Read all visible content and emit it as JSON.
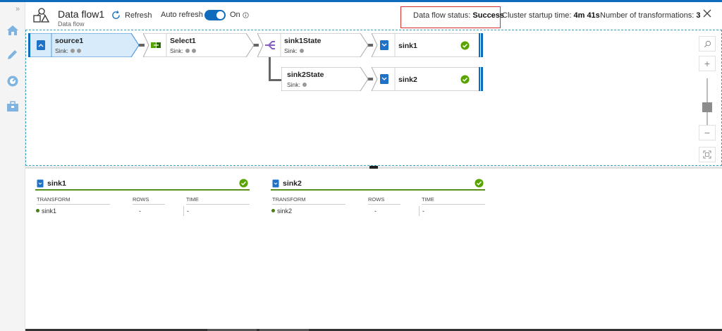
{
  "header": {
    "title": "Data flow1",
    "subtitle": "Data flow",
    "refresh_label": "Refresh",
    "auto_refresh_label": "Auto refresh",
    "auto_refresh_state": "On",
    "status_label": "Data flow status:",
    "status_value": "Success",
    "startup_label": "Cluster startup time:",
    "startup_value": "4m 41s",
    "transform_count_label": "Number of transformations:",
    "transform_count_value": "3"
  },
  "nodes": [
    {
      "name": "source1",
      "sub": "Sink:"
    },
    {
      "name": "Select1",
      "sub": "Sink:"
    },
    {
      "name": "sink1State",
      "sub": "Sink:"
    },
    {
      "name": "sink1",
      "sub": ""
    },
    {
      "name": "sink2State",
      "sub": "Sink:"
    },
    {
      "name": "sink2",
      "sub": ""
    }
  ],
  "panels": [
    {
      "title": "sink1",
      "columns": {
        "transform": "TRANSFORM",
        "rows": "ROWS",
        "time": "TIME"
      },
      "rows": [
        {
          "transform": "sink1",
          "rows": "-",
          "time": "-"
        }
      ]
    },
    {
      "title": "sink2",
      "columns": {
        "transform": "TRANSFORM",
        "rows": "ROWS",
        "time": "TIME"
      },
      "rows": [
        {
          "transform": "sink2",
          "rows": "-",
          "time": "-"
        }
      ]
    }
  ],
  "colors": {
    "accent": "#0f6cbd",
    "success": "#57a300",
    "status_highlight": "#d32f2f"
  },
  "icons": {
    "nav": [
      "home-icon",
      "pencil-icon",
      "monitor-icon",
      "toolbox-icon"
    ],
    "zoom": [
      "search-icon",
      "zoom-in-icon",
      "zoom-out-icon",
      "fit-to-screen-icon"
    ]
  }
}
